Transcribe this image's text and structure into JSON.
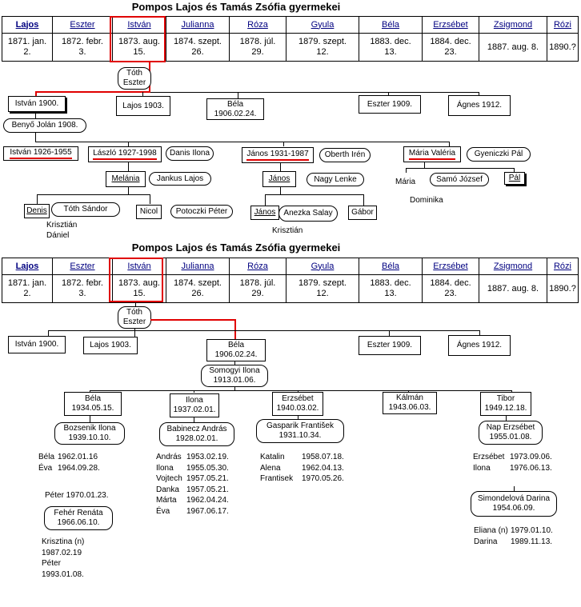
{
  "title": "Pompos Lajos és Tamás Zsófia gyermekei",
  "children": [
    {
      "name": "Lajos",
      "date": "1871. jan.\n2."
    },
    {
      "name": "Eszter",
      "date": "1872. febr.\n3."
    },
    {
      "name": "István",
      "date": "1873. aug.\n15."
    },
    {
      "name": "Julianna",
      "date": "1874. szept.\n26."
    },
    {
      "name": "Róza",
      "date": "1878. júl.\n29."
    },
    {
      "name": "Gyula",
      "date": "1879. szept.\n12."
    },
    {
      "name": "Béla",
      "date": "1883. dec.\n13."
    },
    {
      "name": "Erzsébet",
      "date": "1884. dec.\n23."
    },
    {
      "name": "Zsigmond",
      "date": "1887. aug. 8."
    },
    {
      "name": "Rózi",
      "date": "1890.?"
    }
  ],
  "top": {
    "spouse": "Tóth\nEszter",
    "gen2": [
      "István 1900.",
      "Lajos 1903.",
      "Béla\n1906.02.24.",
      "Eszter 1909.",
      "Ágnes 1912."
    ],
    "istvan_spouse": "Benyő Jolán 1908.",
    "gen3": {
      "istvan": "István 1926-1955",
      "laszlo": "László 1927-1998",
      "laszlo_spouse": "Danis Ilona",
      "janos": "János 1931-1987",
      "janos_spouse": "Oberth Irén",
      "maria": "Mária Valéria",
      "maria_spouse": "Gyeniczki Pál"
    },
    "gen4": {
      "melania": "Melánia",
      "melania_spouse": "Jankus Lajos",
      "janos2": "János",
      "janos2_spouse": "Nagy Lenke",
      "maria2": "Mária",
      "maria2_spouse": "Samó József",
      "pal": "Pál",
      "dominika": "Dominika"
    },
    "gen5": {
      "denis": "Denis",
      "denis_spouse": "Tóth Sándor",
      "denis_kids": "Krisztián\nDániel",
      "nicol": "Nicol",
      "nicol_spouse": "Potoczki Péter",
      "janos3": "János",
      "janos3_spouse": "Anezka Salay",
      "janos3_kid": "Krisztián",
      "gabor": "Gábor"
    }
  },
  "bottom": {
    "spouse": "Tóth\nEszter",
    "gen2": [
      "István 1900.",
      "Lajos 1903.",
      "Béla\n1906.02.24.",
      "Eszter 1909.",
      "Ágnes 1912."
    ],
    "bela_spouse": "Somogyi Ilona\n1913.01.06.",
    "gen3": [
      {
        "name": "Béla\n1934.05.15.",
        "spouse": "Bozsenik Ilona\n1939.10.10."
      },
      {
        "name": "Ilona\n1937.02.01.",
        "spouse": "Babinecz András\n1928.02.01."
      },
      {
        "name": "Erzsébet\n1940.03.02.",
        "spouse": "Gasparik František\n1931.10.34."
      },
      {
        "name": "Kálmán\n1943.06.03.",
        "spouse": ""
      },
      {
        "name": "Tibor\n1949.12.18.",
        "spouse": "Nap Erzsébet\n1955.01.08."
      }
    ],
    "bela_kids": [
      [
        "Béla",
        "1962.01.16"
      ],
      [
        "Éva",
        "1964.09.28."
      ]
    ],
    "bela_peter": "Péter 1970.01.23.",
    "peter_spouse": "Fehér Renáta\n1966.06.10.",
    "peter_kids": "Krisztina (n)\n1987.02.19\nPéter\n1993.01.08.",
    "ilona_kids": [
      [
        "András",
        "1953.02.19."
      ],
      [
        "Ilona",
        "1955.05.30."
      ],
      [
        "Vojtech",
        "1957.05.21."
      ],
      [
        "Danka",
        "1957.05.21."
      ],
      [
        "Márta",
        "1962.04.24."
      ],
      [
        "Éva",
        "1967.06.17."
      ]
    ],
    "erzsebet_kids": [
      [
        "Katalin",
        "1958.07.18."
      ],
      [
        "Alena",
        "1962.04.13."
      ],
      [
        "Frantisek",
        "1970.05.26."
      ]
    ],
    "tibor_kids": [
      [
        "Erzsébet",
        "1973.09.06."
      ],
      [
        "Ilona",
        "1976.06.13."
      ]
    ],
    "ilona2_spouse": "Simondelová Darina\n1954.06.09.",
    "tibor_grandkids": [
      [
        "Eliana (n)",
        "1979.01.10."
      ],
      [
        "Darina",
        "1989.11.13."
      ]
    ]
  }
}
